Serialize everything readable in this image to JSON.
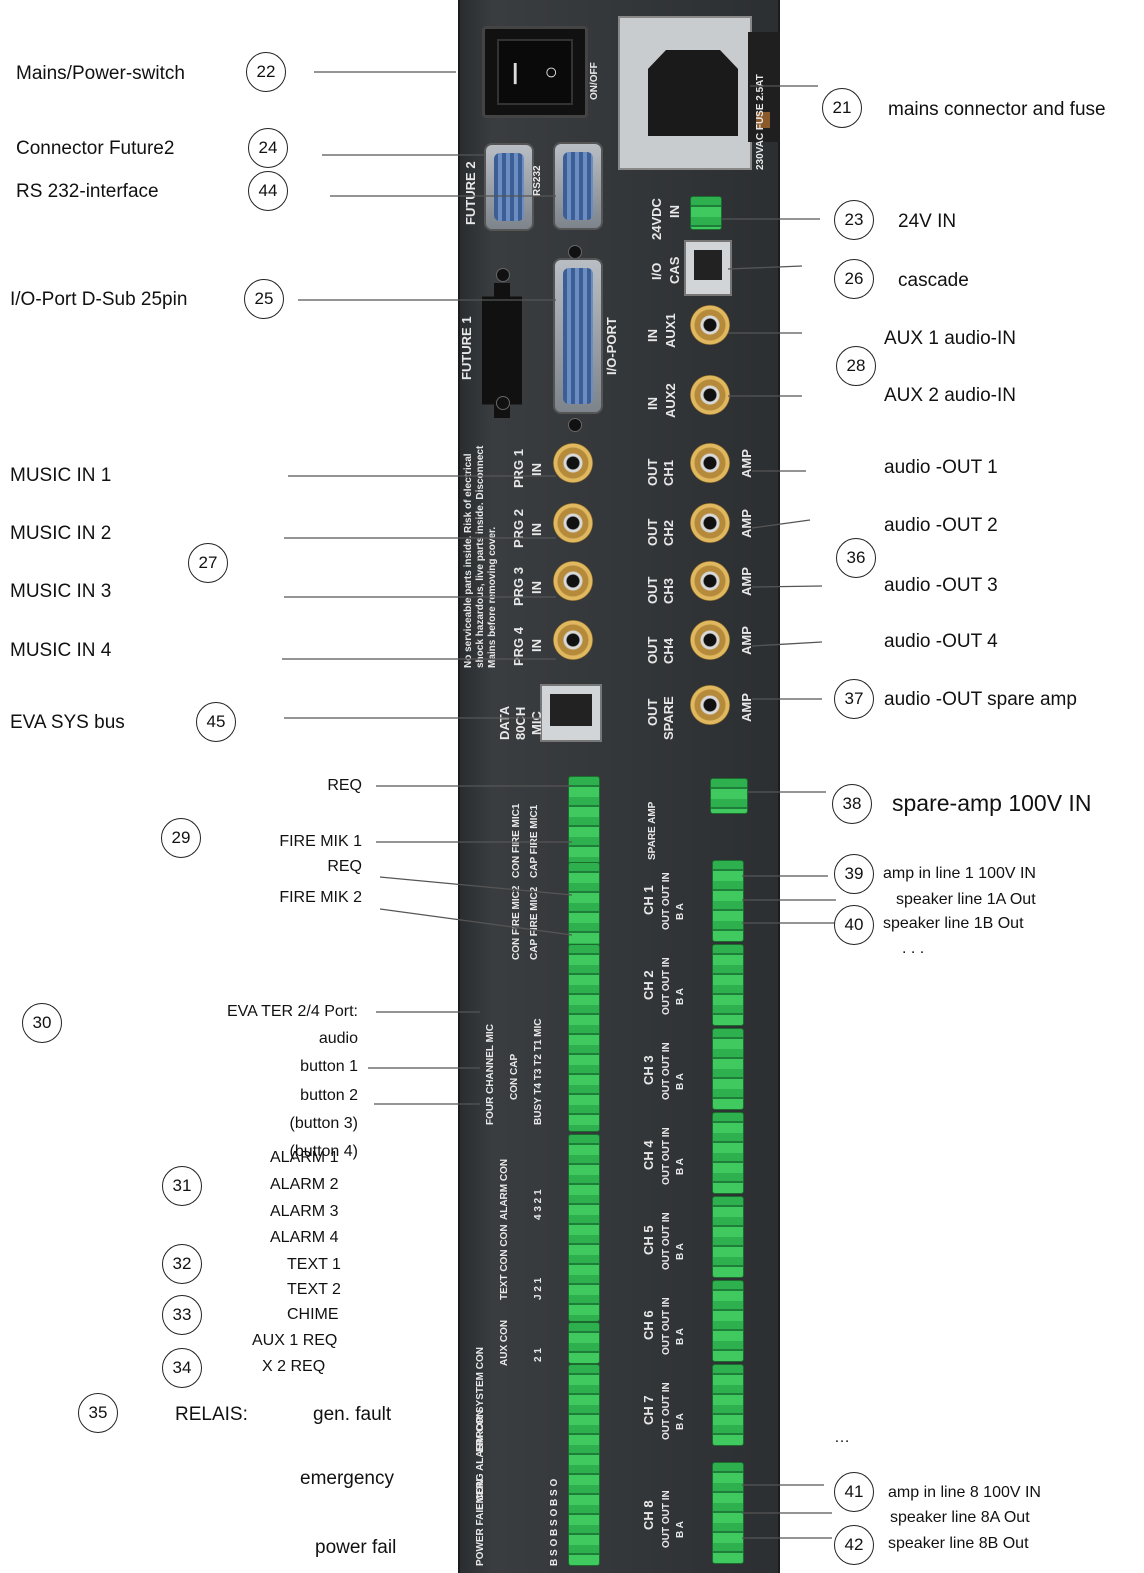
{
  "callouts": {
    "n22": "22",
    "n24": "24",
    "n44": "44",
    "n25": "25",
    "n27": "27",
    "n45": "45",
    "n29": "29",
    "n30": "30",
    "n31": "31",
    "n32": "32",
    "n33": "33",
    "n34": "34",
    "n35": "35",
    "n21": "21",
    "n23": "23",
    "n26": "26",
    "n28": "28",
    "n36": "36",
    "n37": "37",
    "n38": "38",
    "n39": "39",
    "n40": "40",
    "n41": "41",
    "n42": "42"
  },
  "left_labels": {
    "mains_switch": "Mains/Power-switch",
    "connector_future2": "Connector Future2",
    "rs232": "RS 232-interface",
    "io_port": "I/O-Port   D-Sub 25pin",
    "music1": "MUSIC IN  1",
    "music2": "MUSIC IN  2",
    "music3": "MUSIC IN  3",
    "music4": "MUSIC IN  4",
    "eva_sys_bus": "EVA SYS bus",
    "req1": "REQ",
    "fire_mik1": "FIRE MIK 1",
    "req2": "REQ",
    "fire_mik2": "FIRE MIK 2",
    "eva_ter": "EVA TER 2/4 Port:",
    "audio": "audio",
    "button1": "button 1",
    "button2": "button 2",
    "button3": "(button  3)",
    "button4": "(button  4)",
    "alarm1": "ALARM  1",
    "alarm2": "ALARM  2",
    "alarm3": "ALARM  3",
    "alarm4": "ALARM  4",
    "text1": "TEXT  1",
    "text2": "TEXT  2",
    "chime": "CHIME",
    "aux1req": "AUX 1  REQ",
    "x2req": "X 2  REQ",
    "relais": "RELAIS:",
    "gen_fault": "gen. fault",
    "emergency": "emergency",
    "power_fail": "power fail"
  },
  "right_labels": {
    "mains_fuse": "mains connector and fuse",
    "v24_in": "24V  IN",
    "cascade": "cascade",
    "aux1_in": "AUX 1   audio-IN",
    "aux2_in": "AUX 2   audio-IN",
    "out1": "audio -OUT  1",
    "out2": "audio -OUT  2",
    "out3": "audio -OUT  3",
    "out4": "audio -OUT  4",
    "spare_out": "audio -OUT  spare amp",
    "spare_in": "spare-amp  100V IN",
    "amp_in1": "amp in  line 1    100V IN",
    "spk1a": "speaker line   1A Out",
    "spk1b": "speaker  line  1B Out",
    "dots1": ". . .",
    "dots2": "…",
    "amp_in8": "amp in   line  8  100V IN",
    "spk8a": "speaker line  8A Out",
    "spk8b": "speaker  line  8B Out"
  },
  "panel_text": {
    "onoff": "ON/OFF",
    "fuse": "230VAC FUSE 2.5AT",
    "future2": "FUTURE 2",
    "rs232": "RS232",
    "vdc24": "24VDC",
    "in": "IN",
    "io": "I/O",
    "cas": "CAS",
    "future1": "FUTURE 1",
    "io_port": "I/O-PORT",
    "aux1": "AUX1",
    "aux2": "AUX2",
    "prg1": "PRG 1",
    "prg2": "PRG 2",
    "prg3": "PRG 3",
    "prg4": "PRG 4",
    "out": "OUT",
    "ch1": "CH1",
    "ch2": "CH2",
    "ch3": "CH3",
    "ch4": "CH4",
    "spare": "SPARE",
    "amp": "AMP",
    "warning1": "No serviceable parts inside. Risk of electrical",
    "warning2": "shock hazardous, live parts inside. Disconnect",
    "warning3": "Mains before removing cover.",
    "data": "DATA",
    "ch80": "80CH",
    "mic": "MIC",
    "con_fire_mic1": "CON FIRE MIC1",
    "cap_fire_mic1": "CAP FIRE MIC1",
    "con_fire_mic2": "CON FIRE MIC2",
    "cap_fire_mic2": "CAP FIRE MIC2",
    "four_channel": "FOUR CHANNEL MIC",
    "con_cap": "CON   CAP",
    "busy_t": "BUSY T4 T3 T2 T1 MIC",
    "alarm_con": "ALARM CON",
    "alarm_nums": "4 3 2 1",
    "text_con": "TEXT CON CON",
    "text_nums": "J  2  1",
    "aux_con": "AUX CON",
    "aux_nums": "2  1",
    "error": "ERROR SYSTEM CON",
    "emerg": "EMERG ALARM CON",
    "power": "POWER FAIL CON",
    "bso": "B S O  B S O  B S O",
    "spare_amp": "SPARE AMP",
    "ch_1": "CH 1",
    "ch_2": "CH 2",
    "ch_3": "CH 3",
    "ch_4": "CH 4",
    "ch_5": "CH 5",
    "ch_6": "CH 6",
    "ch_7": "CH 7",
    "ch_8": "CH 8",
    "out_out_in": "OUT OUT  IN",
    "b_a": "B     A"
  }
}
